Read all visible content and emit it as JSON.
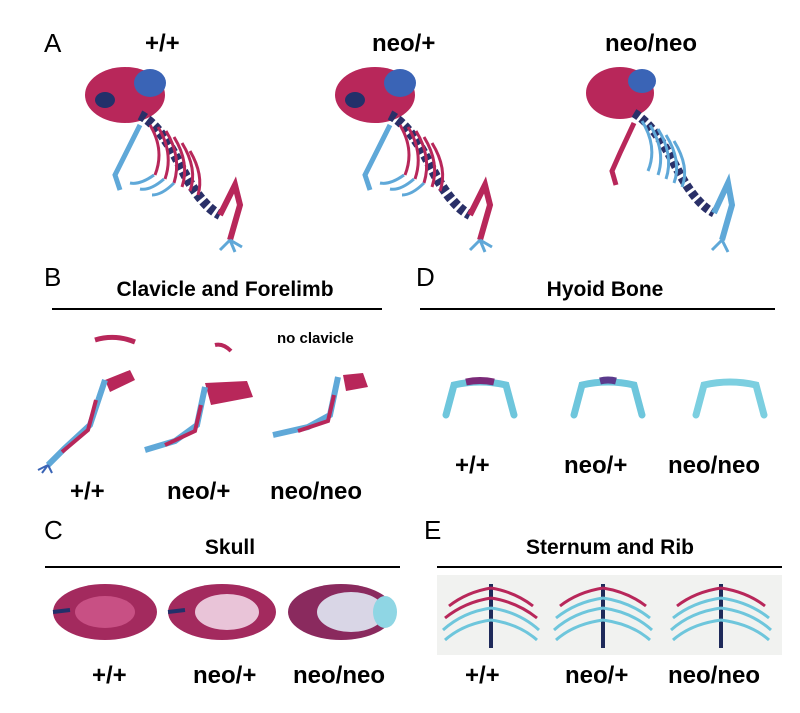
{
  "panelA": {
    "label": "A",
    "genotypes": [
      "+/+",
      "neo/+",
      "neo/neo"
    ]
  },
  "panelB": {
    "label": "B",
    "title": "Clavicle and Forelimb",
    "note": "no clavicle",
    "genotypes": [
      "+/+",
      "neo/+",
      "neo/neo"
    ]
  },
  "panelC": {
    "label": "C",
    "title": "Skull",
    "genotypes": [
      "+/+",
      "neo/+",
      "neo/neo"
    ]
  },
  "panelD": {
    "label": "D",
    "title": "Hyoid Bone",
    "genotypes": [
      "+/+",
      "neo/+",
      "neo/neo"
    ]
  },
  "panelE": {
    "label": "E",
    "title": "Sternum and Rib",
    "genotypes": [
      "+/+",
      "neo/+",
      "neo/neo"
    ]
  },
  "colors": {
    "bone_red": "#b8275a",
    "cartilage_blue": "#5fa8d8",
    "dark_blue": "#22306a",
    "light_cyan": "#8fd6e4"
  }
}
